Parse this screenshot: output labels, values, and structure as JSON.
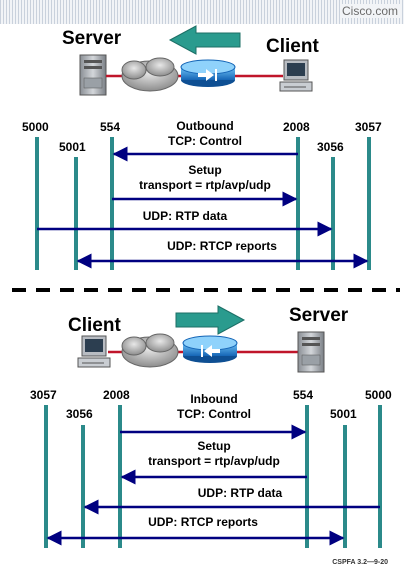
{
  "brand": "Cisco.com",
  "footer": "CSPFA 3.2—9-20",
  "outbound": {
    "left_role": "Server",
    "right_role": "Client",
    "ports": [
      "5000",
      "554",
      "5001",
      "2008",
      "3057",
      "3056"
    ],
    "title_line1": "Outbound",
    "title_line2": "TCP: Control",
    "setup_line1": "Setup",
    "setup_line2": "transport = rtp/avp/udp",
    "rtp": "UDP: RTP data",
    "rtcp": "UDP: RTCP reports"
  },
  "inbound": {
    "left_role": "Client",
    "right_role": "Server",
    "ports": [
      "3057",
      "2008",
      "3056",
      "554",
      "5000",
      "5001"
    ],
    "title_line1": "Inbound",
    "title_line2": "TCP: Control",
    "setup_line1": "Setup",
    "setup_line2": "transport = rtp/avp/udp",
    "rtp": "UDP: RTP data",
    "rtcp": "UDP: RTCP reports"
  },
  "colors": {
    "lifeline": "#2b8a8a",
    "arrow": "#000080",
    "flow_arrow": "#2a9b8e",
    "link": "#c0152a",
    "pix": "#1a7fd1",
    "divider": "#000000"
  }
}
